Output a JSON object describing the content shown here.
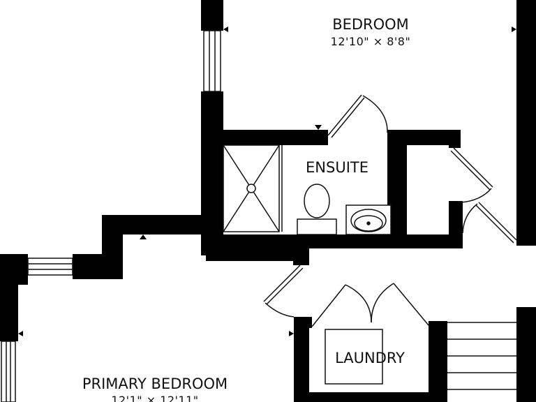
{
  "rooms": {
    "bedroom": {
      "name": "BEDROOM",
      "dimensions": "12'10\" × 8'8\""
    },
    "ensuite": {
      "name": "ENSUITE"
    },
    "laundry": {
      "name": "LAUNDRY"
    },
    "primary_bedroom": {
      "name": "PRIMARY BEDROOM",
      "dimensions": "12'1\" × 12'11\""
    }
  },
  "colors": {
    "wall": "#000000",
    "line": "#111111",
    "background": "#ffffff"
  }
}
